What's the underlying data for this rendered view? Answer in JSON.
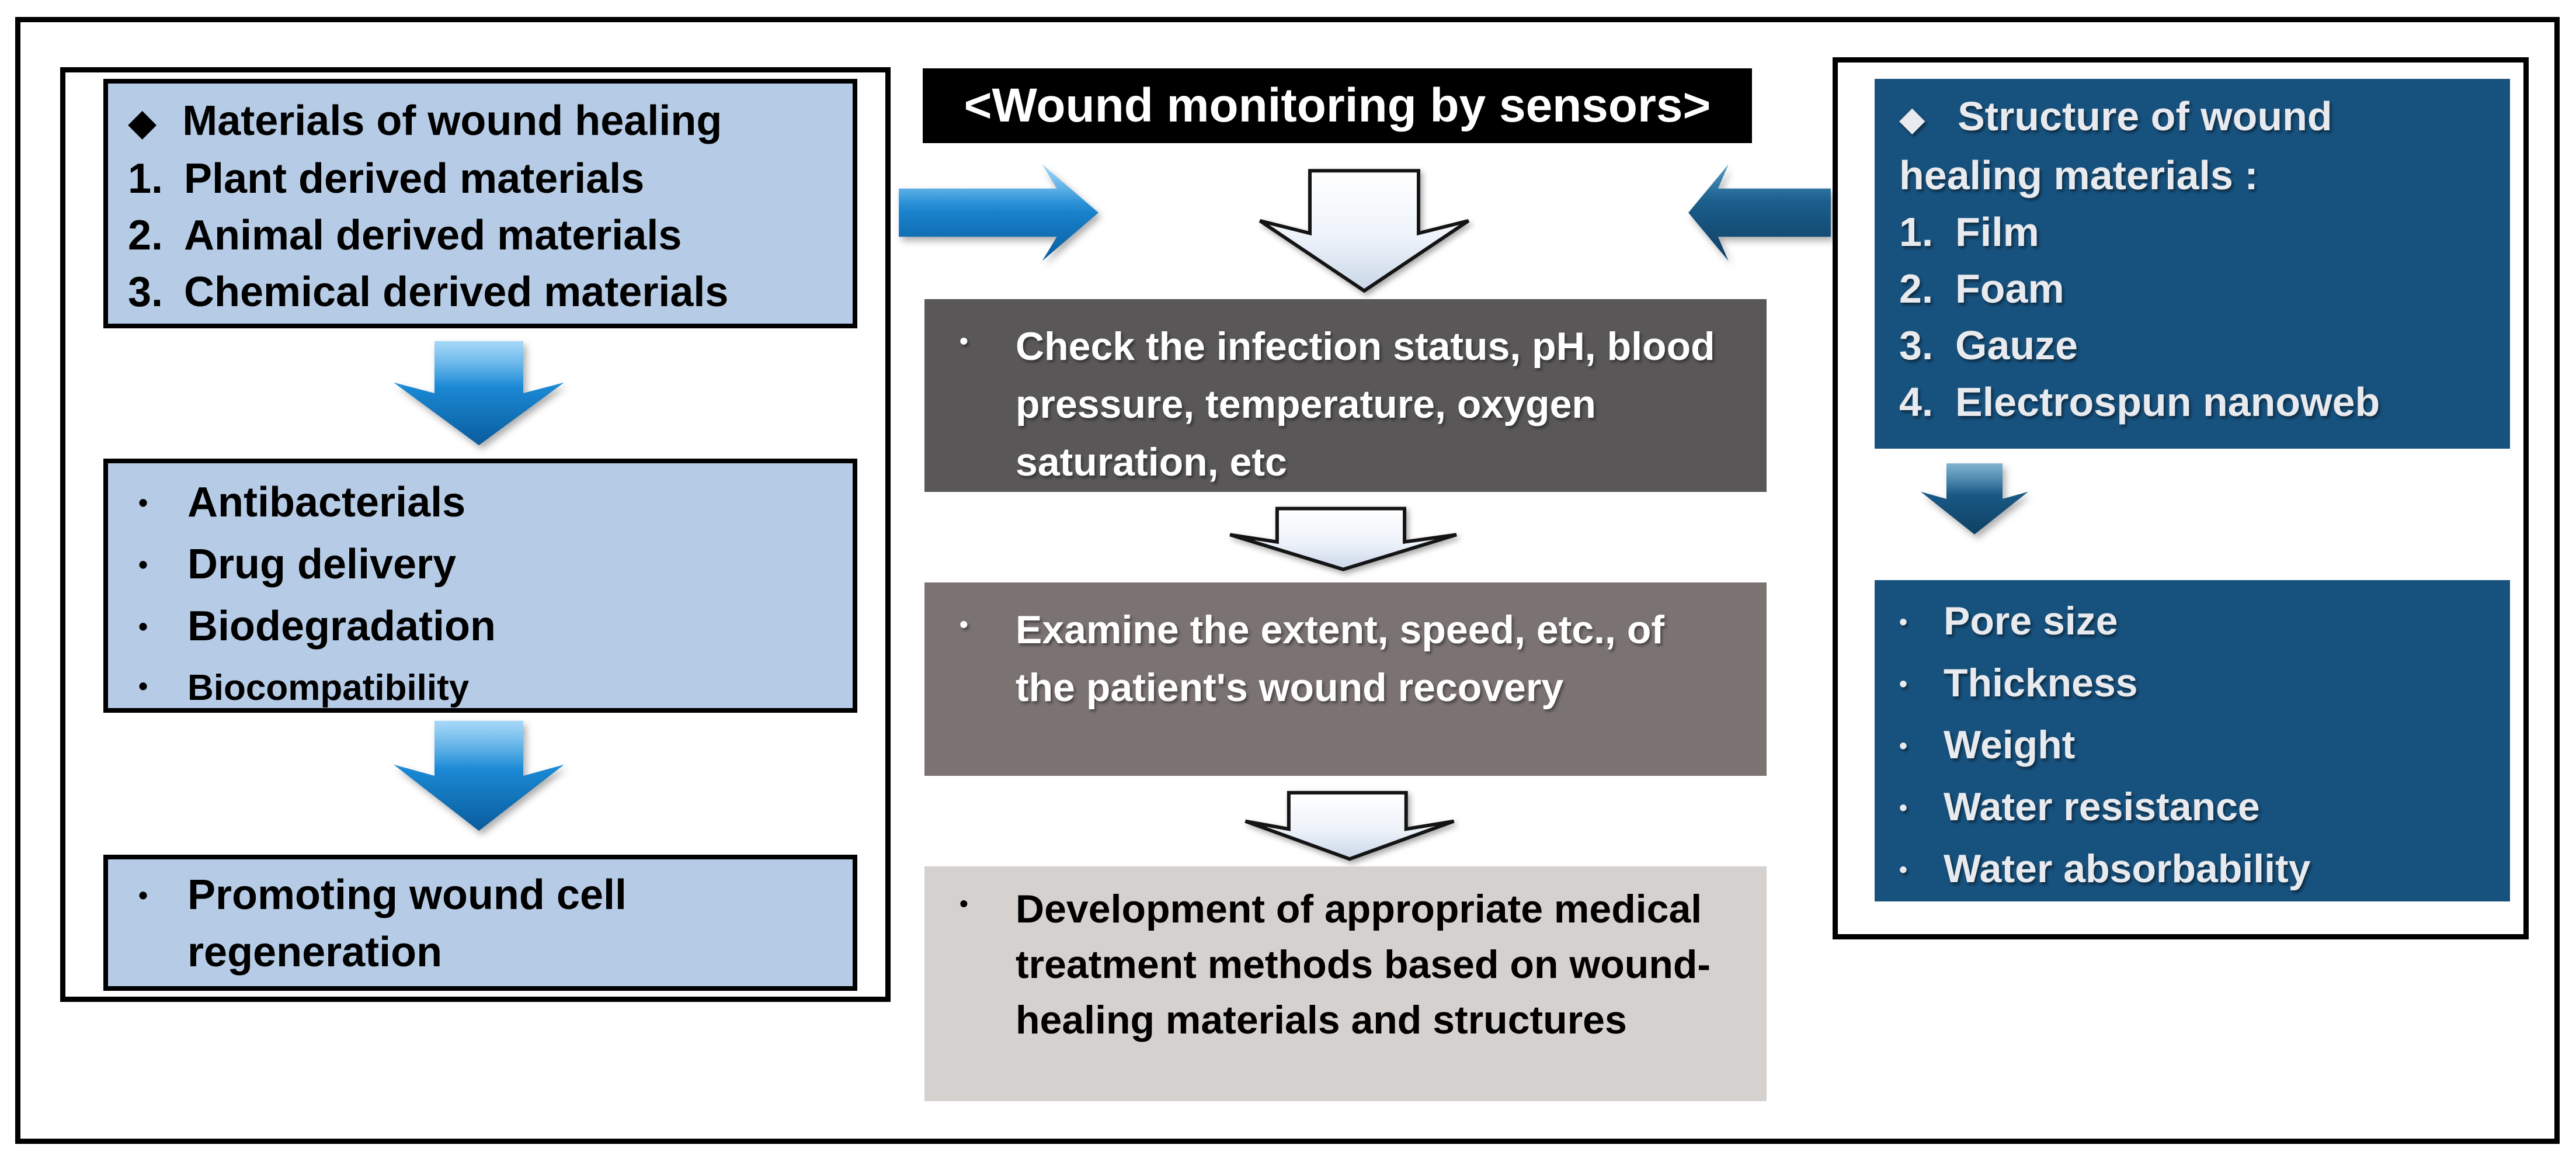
{
  "diagram": {
    "left": {
      "materials_box": {
        "heading_bullet": "◆",
        "heading": "Materials of wound healing",
        "items": [
          {
            "num": "1.",
            "label": "Plant derived materials"
          },
          {
            "num": "2.",
            "label": "Animal derived materials"
          },
          {
            "num": "3.",
            "label": "Chemical derived materials"
          }
        ]
      },
      "properties_box": {
        "bullet": "•",
        "items": [
          "Antibacterials",
          "Drug delivery",
          "Biodegradation",
          "Biocompatibility"
        ]
      },
      "outcome_box": {
        "bullet": "•",
        "text": "Promoting wound cell regeneration"
      }
    },
    "center": {
      "title": "<Wound monitoring by sensors>",
      "steps": [
        {
          "bullet": "•",
          "text": "Check the infection status, pH, blood pressure, temperature, oxygen saturation, etc"
        },
        {
          "bullet": "•",
          "text": "Examine the extent, speed, etc., of the patient's wound recovery"
        },
        {
          "bullet": "•",
          "text": "Development of appropriate medical treatment methods based on wound-healing materials and structures"
        }
      ]
    },
    "right": {
      "structure_box": {
        "heading_bullet": "◆",
        "heading": "Structure of wound healing materials :",
        "items": [
          {
            "num": "1.",
            "label": "Film"
          },
          {
            "num": "2.",
            "label": "Foam"
          },
          {
            "num": "3.",
            "label": "Gauze"
          },
          {
            "num": "4.",
            "label": "Electrospun nanoweb"
          }
        ]
      },
      "metrics_box": {
        "bullet": "•",
        "items": [
          "Pore size",
          "Thickness",
          "Weight",
          "Water resistance",
          "Water absorbability"
        ]
      }
    },
    "colors": {
      "light_blue_box": "#b6cbe5",
      "dark_gray_box": "#595757",
      "warm_gray_box": "#7b7372",
      "light_gray_box": "#d5d1cf",
      "dark_blue_box": "#17517d",
      "title_bar_bg": "#000000",
      "title_bar_text": "#ffffff",
      "bright_blue_arrow": "#1b8ad6",
      "dark_blue_arrow": "#1a5a86",
      "white_arrow": "#eef3fa"
    }
  }
}
